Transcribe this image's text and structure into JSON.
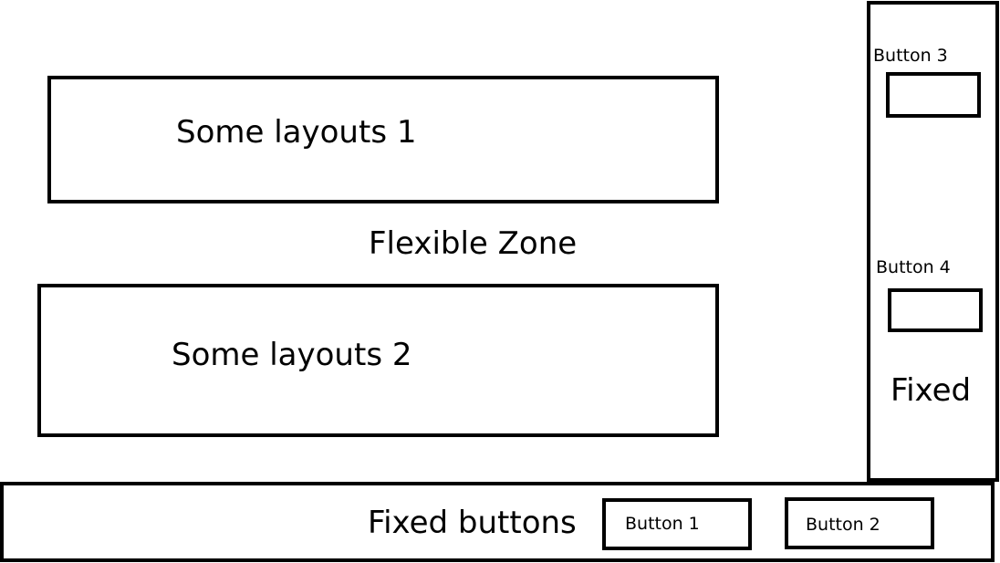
{
  "flexible_zone": {
    "label": "Flexible Zone",
    "layouts": [
      {
        "label": "Some layouts 1"
      },
      {
        "label": "Some layouts 2"
      }
    ]
  },
  "right_panel": {
    "label": "Fixed",
    "buttons": [
      {
        "label": "Button 3"
      },
      {
        "label": "Button 4"
      }
    ]
  },
  "bottom_bar": {
    "label": "Fixed buttons",
    "buttons": [
      {
        "label": "Button 1"
      },
      {
        "label": "Button 2"
      }
    ]
  }
}
